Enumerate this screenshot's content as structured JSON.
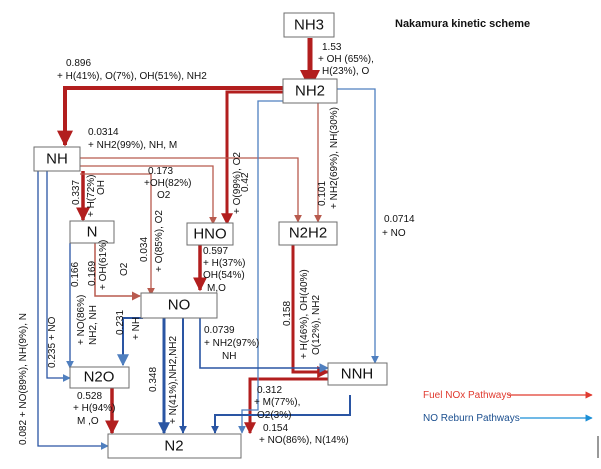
{
  "title": "Nakamura  kinetic  scheme",
  "colors": {
    "fuel_thick": "#b21e1e",
    "fuel_thin": "#b85a4e",
    "reburn_thick": "#2a55a3",
    "reburn_thin": "#4f7fbf",
    "legend_fuel": "#e03a2f",
    "legend_reburn": "#1b8fd6"
  },
  "legend": {
    "fuel": "Fuel NOx Pathways",
    "reburn": "NO Reburn Pathways"
  },
  "nodes": {
    "nh3": "NH3",
    "nh2": "NH2",
    "nh": "NH",
    "n": "N",
    "hno": "HNO",
    "n2h2": "N2H2",
    "no": "NO",
    "n2o": "N2O",
    "nnh": "NNH",
    "n2": "N2"
  },
  "edge_labels": {
    "nh3_nh2_a": "1.53",
    "nh3_nh2_b": "+ OH (65%),",
    "nh3_nh2_c": "H(23%), O",
    "nh2_nh_a": "0.896",
    "nh2_nh_b": "+ H(41%), O(7%), OH(51%), NH2",
    "nh_nh2_a": "0.0314",
    "nh_nh2_b": "+ NH2(99%), NH, M",
    "nh_hno_a": "0.173",
    "nh_hno_b": "+OH(82%)",
    "nh_hno_c": "O2",
    "nh2_hno_a": "0.42",
    "nh2_hno_b": "+ O(99%), O2",
    "nh2_n2h2_a": "0.101",
    "nh2_n2h2_b": "+ NH2(69%), NH(30%)",
    "nh2_nnh_a": "0.0714",
    "nh2_nnh_b": "+ NO",
    "nh_n_a": "0.337",
    "nh_n_b": "+ H(72%)",
    "nh_n_c": "OH",
    "nh_no_a": "0.034",
    "nh_no_b": "+ O(85%), O2",
    "n_no_a": "0.169",
    "n_no_b": "+ OH(61%)",
    "n_no_c": "O2",
    "hno_no_a": "0.597",
    "hno_no_b": "+ H(37%)",
    "hno_no_c": "OH(54%)",
    "hno_no_d": "M,O",
    "n_n2o_a": "0.166",
    "n_n2o_b": "+ NO(86%)",
    "n_n2o_c": "NH2, NH",
    "no_n2o_a": "0.231",
    "no_n2o_b": "+ NH",
    "nh_n2o_a": "0.235 + NO",
    "nh_n2_a": "0.082 + NO(89%), NH(9%), N",
    "n2h2_nnh_a": "0.158",
    "n2h2_nnh_b": "+ H(46%), OH(40%)",
    "n2h2_nnh_c": "O(12%), NH2",
    "no_nnh_a": "0.0739",
    "no_nnh_b": "+ NH2(97%)",
    "no_nnh_c": "NH",
    "no_n2_a": "0.348",
    "no_n2_b": "+ N(41%),NH2,NH2",
    "n2o_n2_a": "0.528",
    "n2o_n2_b": "+ H(94%)",
    "n2o_n2_c": "M ,O",
    "nnh_n2_a": "0.312",
    "nnh_n2_b": "+ M(77%),",
    "nnh_n2_c": "O2(3%)",
    "reburn_n2_a": "0.154",
    "reburn_n2_b": "+ NO(86%), N(14%)"
  }
}
